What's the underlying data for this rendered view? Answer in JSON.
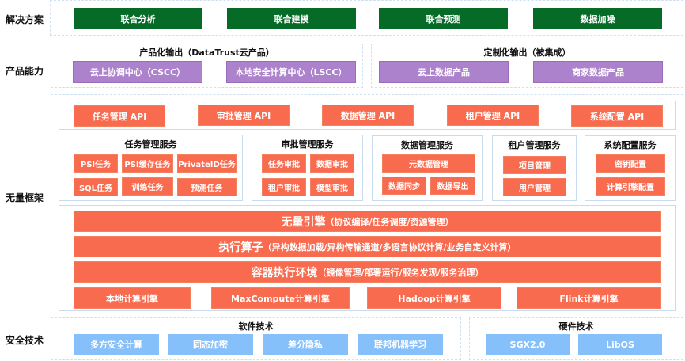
{
  "rows": {
    "solutions": "解决方案",
    "product": "产品能力",
    "framework": "无量框架",
    "security": "安全技术"
  },
  "solutions": [
    "联合分析",
    "联合建模",
    "联合预测",
    "数据加噪"
  ],
  "product": {
    "standard": {
      "title": "产品化输出（DataTrust云产品）",
      "items": [
        "云上协调中心（CSCC）",
        "本地安全计算中心（LSCC）"
      ]
    },
    "custom": {
      "title": "定制化输出（被集成）",
      "items": [
        "云上数据产品",
        "商家数据产品"
      ]
    }
  },
  "apis": [
    "任务管理 API",
    "审批管理 API",
    "数据管理 API",
    "租户管理 API",
    "系统配置 API"
  ],
  "services": {
    "task": {
      "title": "任务管理服务",
      "items": [
        "PSI任务",
        "PSI缓存任务",
        "PrivateID任务",
        "SQL任务",
        "训练任务",
        "预测任务"
      ]
    },
    "approval": {
      "title": "审批管理服务",
      "items": [
        "任务审批",
        "数据审批",
        "租户审批",
        "模型审批"
      ]
    },
    "data": {
      "title": "数据管理服务",
      "items": [
        "元数据管理",
        "数据同步",
        "数据导出"
      ]
    },
    "tenant": {
      "title": "租户管理服务",
      "items": [
        "项目管理",
        "用户管理"
      ]
    },
    "config": {
      "title": "系统配置服务",
      "items": [
        "密钥配置",
        "计算引擎配置"
      ]
    }
  },
  "layers": [
    {
      "main": "无量引擎",
      "sub": "（协议编译/任务调度/资源管理）"
    },
    {
      "main": "执行算子",
      "sub": "（异构数据加载/异构传输通道/多语言协议计算/业务自定义计算）"
    },
    {
      "main": "容器执行环境",
      "sub": "（镜像管理/部署运行/服务发现/服务治理）"
    }
  ],
  "engines": [
    "本地计算引擎",
    "MaxCompute计算引擎",
    "Hadoop计算引擎",
    "Flink计算引擎"
  ],
  "security": {
    "software": {
      "title": "软件技术",
      "items": [
        "多方安全计算",
        "同态加密",
        "差分隐私",
        "联邦机器学习"
      ]
    },
    "hardware": {
      "title": "硬件技术",
      "items": [
        "SGX2.0",
        "LibOS"
      ]
    }
  },
  "colors": {
    "solution_green": "#056b26",
    "product_purple": "#ad82cc",
    "framework_orange": "#f96b4f",
    "security_blue": "#86c0fa"
  }
}
